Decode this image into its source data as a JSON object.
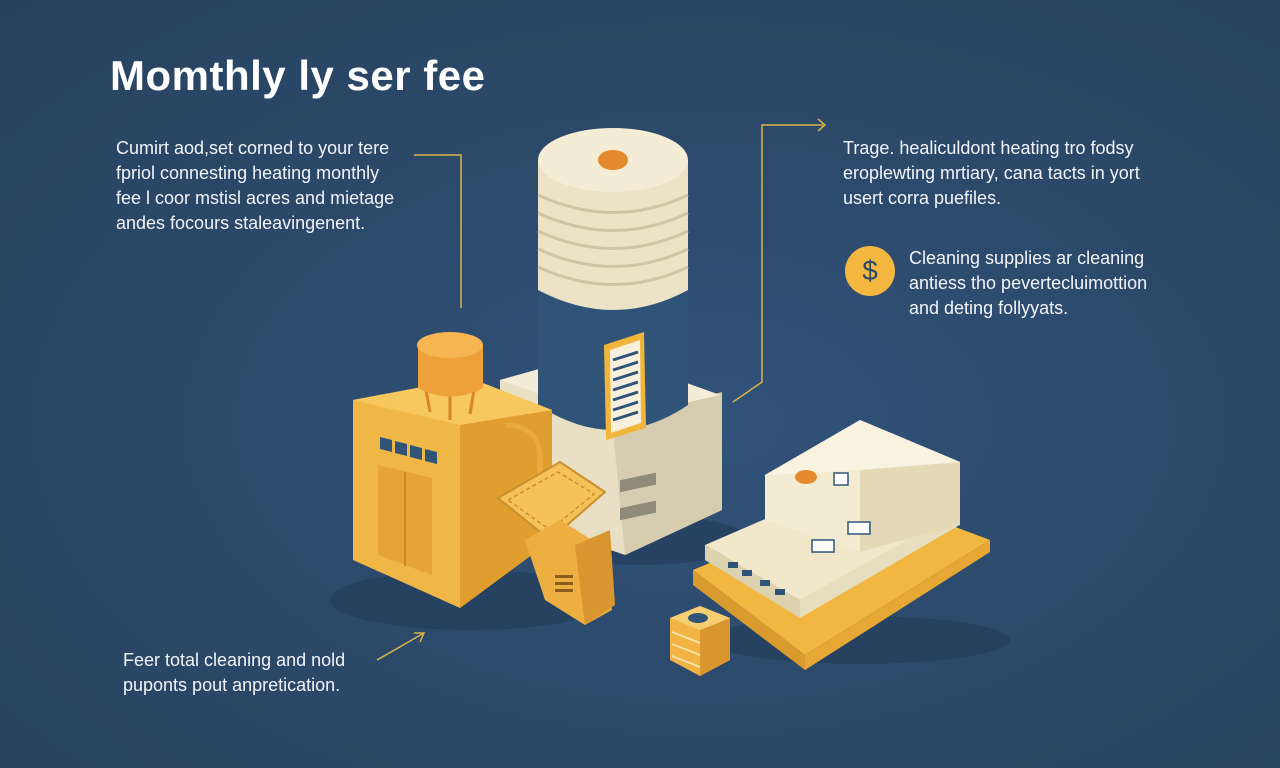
{
  "title": "Momthly ly ser fee",
  "left_text": [
    "Cumirt aod,set corned to your tere",
    "fpriol connesting heating monthly",
    "fee l coor mstisl acres and mietage",
    "andes focours staleavingenent."
  ],
  "right_text": [
    "Trage. healiculdont heating tro fodsy",
    "eroplewting mrtiary, cana tacts in yort",
    "usert corra puefiles."
  ],
  "dollar_text": [
    "Cleaning supplies ar cleaning",
    "antiess tho pevertecluimottion",
    "and deting follyyats."
  ],
  "dollar_symbol": "$",
  "bottom_text": [
    "Feer total cleaning and nold",
    "puponts pout anpretication."
  ],
  "icons": [
    "dollar-icon",
    "heater-tank",
    "house-building",
    "laundry-basket",
    "cleaning-station",
    "supply-stack"
  ],
  "colors": {
    "background": "#2d4a6b",
    "accent_yellow": "#f4b740",
    "cream": "#f0e8cf",
    "navy": "#2f5478",
    "orange": "#e99a3a",
    "line": "#d9b44a"
  }
}
